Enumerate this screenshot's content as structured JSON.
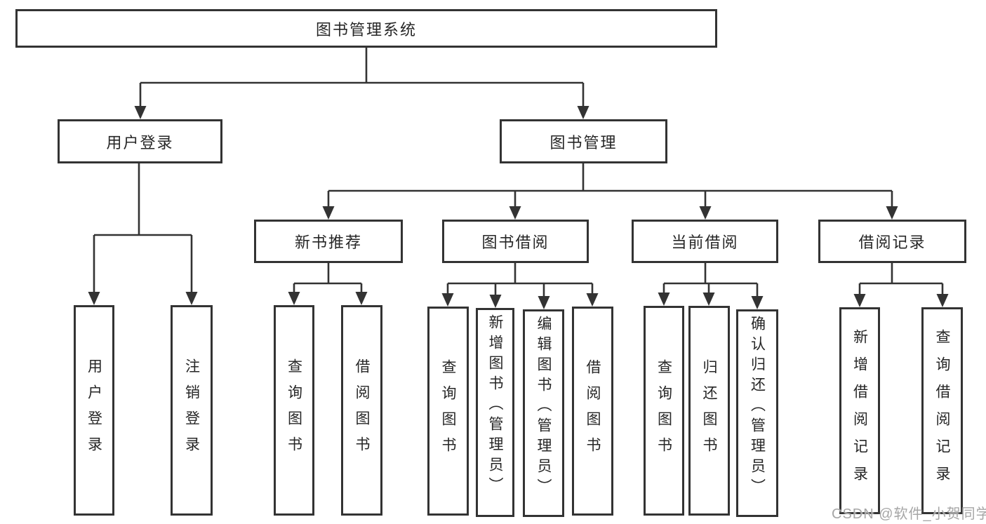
{
  "tree": {
    "root": {
      "label": "图书管理系统"
    },
    "branches": [
      {
        "label": "用户登录",
        "children": [
          {
            "label": "用户登录"
          },
          {
            "label": "注销登录"
          }
        ]
      },
      {
        "label": "图书管理",
        "groups": [
          {
            "label": "新书推荐",
            "children": [
              {
                "label": "查询图书"
              },
              {
                "label": "借阅图书"
              }
            ]
          },
          {
            "label": "图书借阅",
            "children": [
              {
                "label": "查询图书"
              },
              {
                "label": "新增图书（管理员）"
              },
              {
                "label": "编辑图书（管理员）"
              },
              {
                "label": "借阅图书"
              }
            ]
          },
          {
            "label": "当前借阅",
            "children": [
              {
                "label": "查询图书"
              },
              {
                "label": "归还图书"
              },
              {
                "label": "确认归还（管理员）"
              }
            ]
          },
          {
            "label": "借阅记录",
            "children": [
              {
                "label": "新增借阅记录"
              },
              {
                "label": "查询借阅记录"
              }
            ]
          }
        ]
      }
    ]
  },
  "watermark": {
    "text": "CSDN @软件_小贺同学"
  },
  "colors": {
    "line": "#333333",
    "text": "#262626",
    "bg": "#ffffff",
    "watermark": "#a6a6a6"
  }
}
